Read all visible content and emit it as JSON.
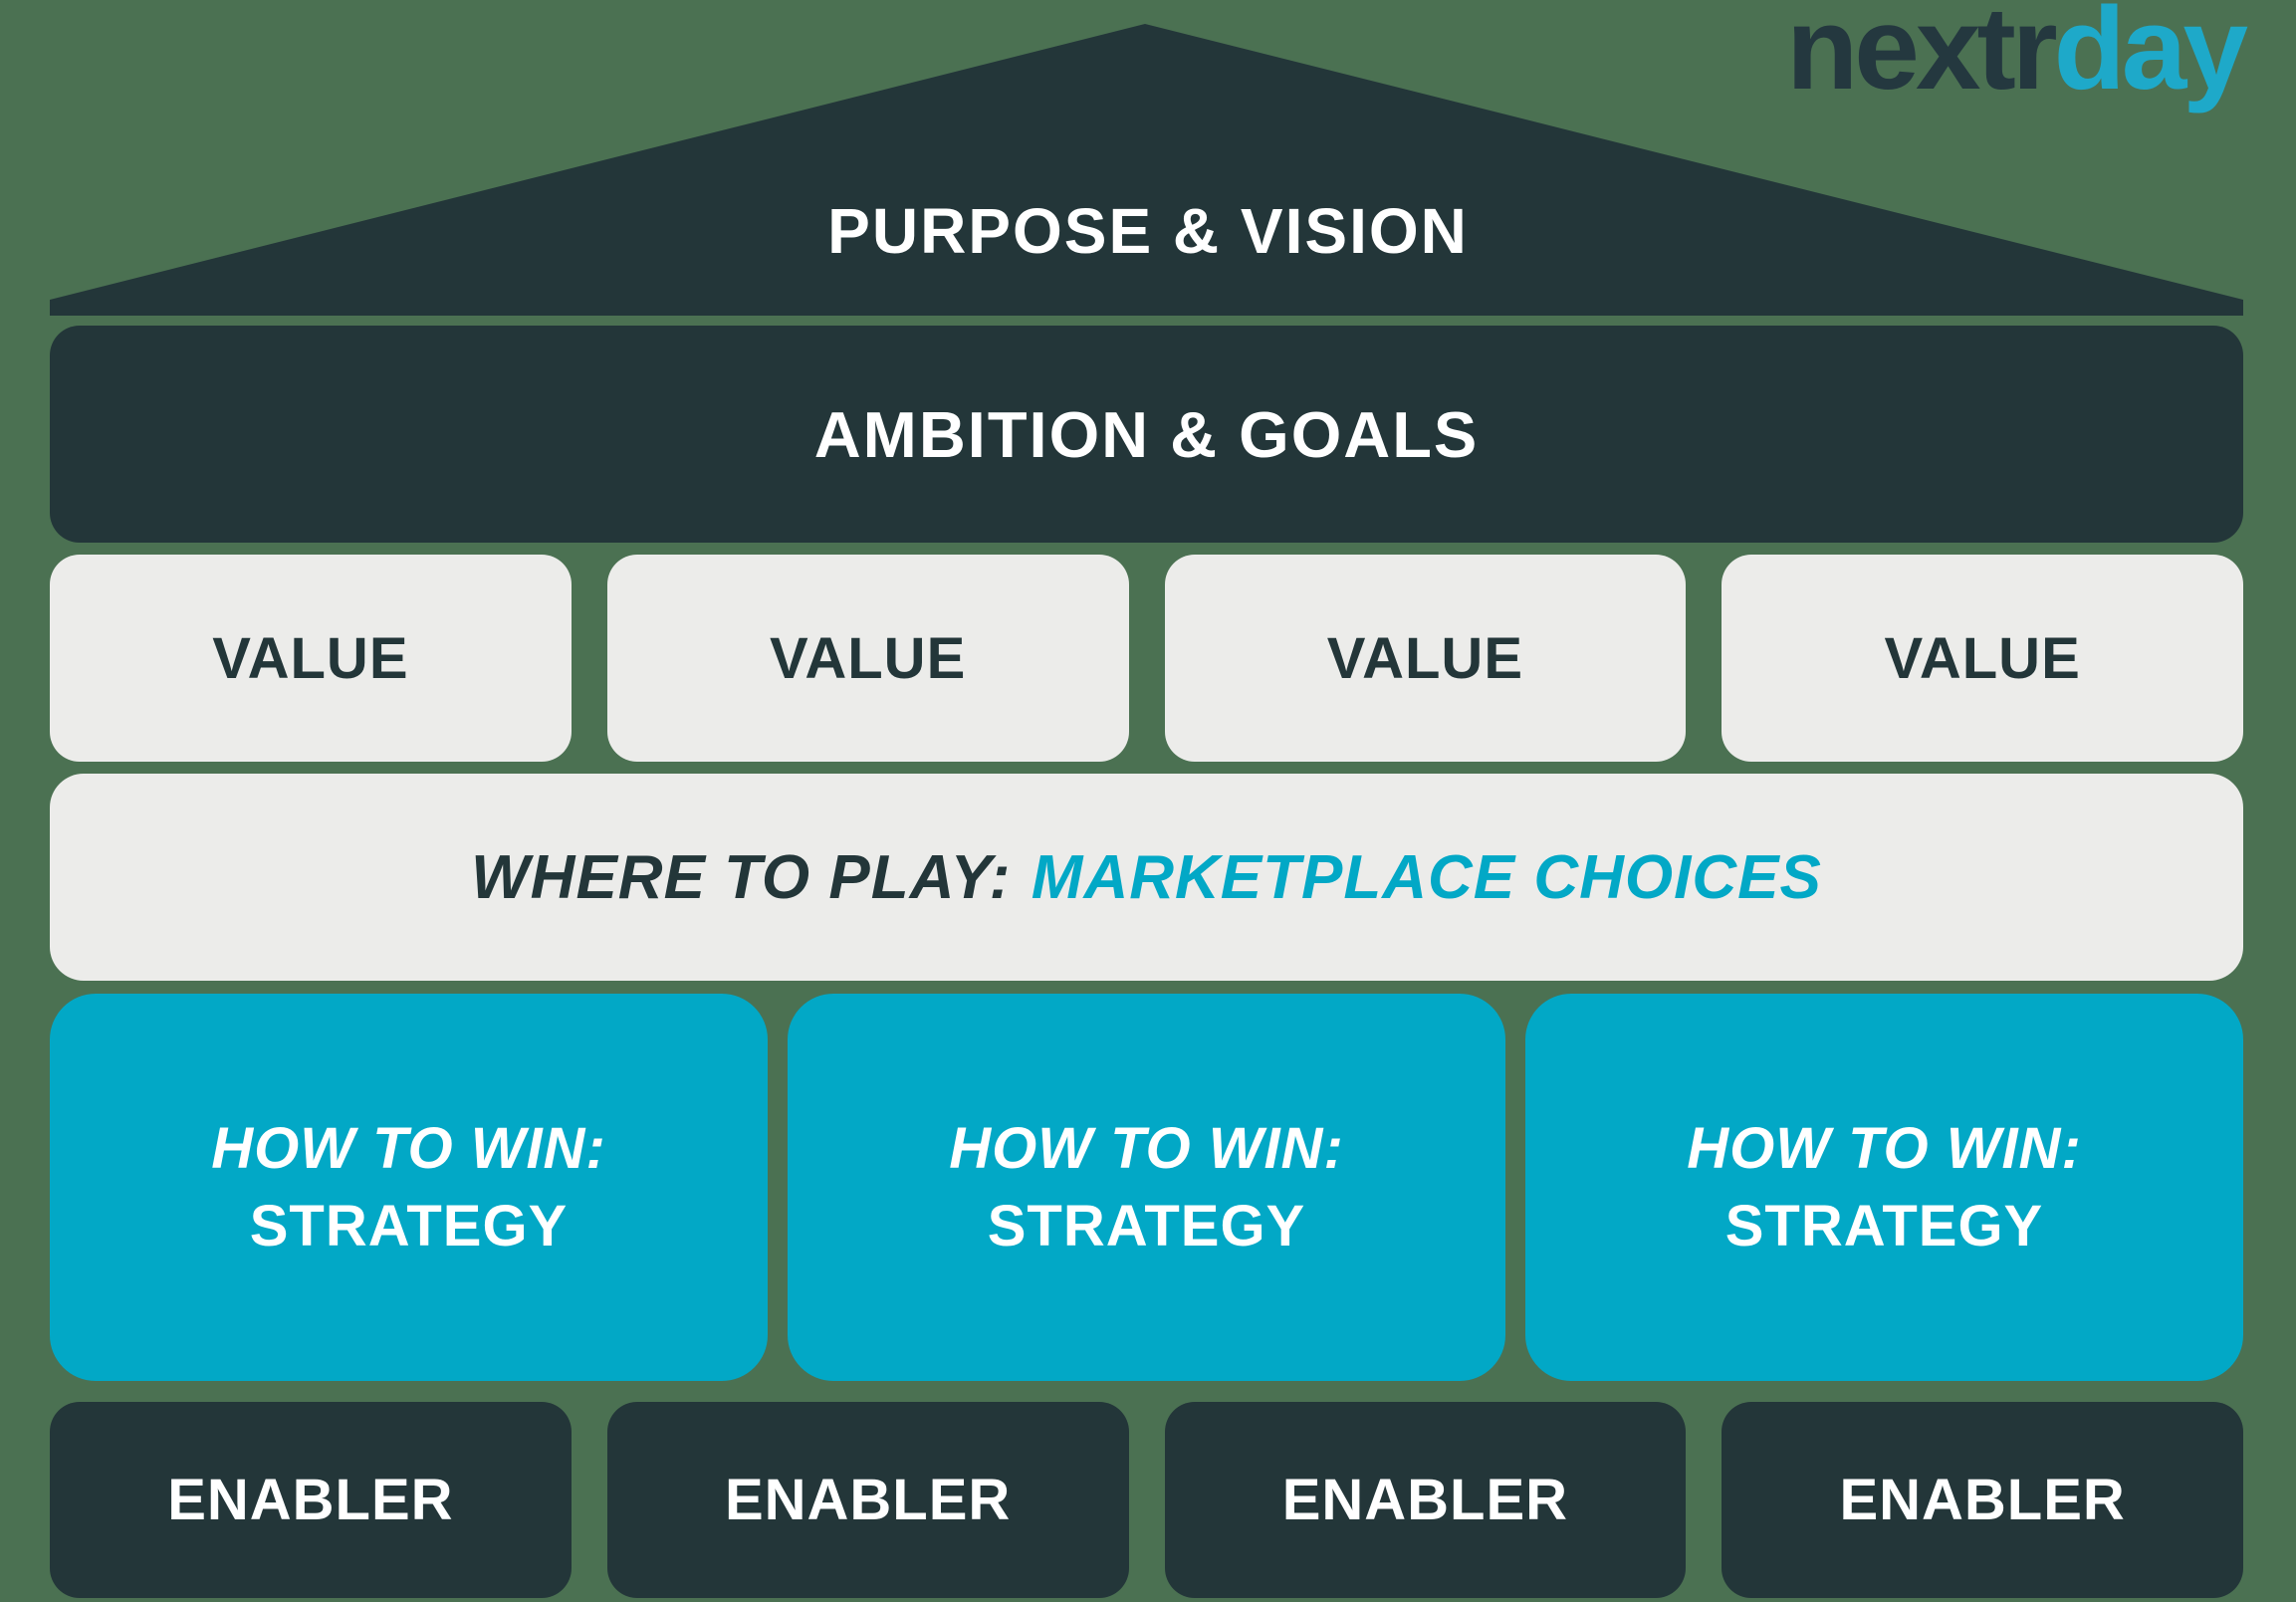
{
  "logo": {
    "part1": "nextr",
    "part2": "day"
  },
  "roof": {
    "label": "PURPOSE & VISION"
  },
  "ambition": {
    "label": "AMBITION & GOALS"
  },
  "values": {
    "items": [
      "VALUE",
      "VALUE",
      "VALUE",
      "VALUE"
    ]
  },
  "where_to_play": {
    "prefix": "WHERE TO PLAY:",
    "highlight": "MARKETPLACE CHOICES"
  },
  "how_to_win": {
    "items": [
      {
        "line1": "HOW TO WIN:",
        "line2": "STRATEGY"
      },
      {
        "line1": "HOW TO WIN:",
        "line2": "STRATEGY"
      },
      {
        "line1": "HOW TO WIN:",
        "line2": "STRATEGY"
      }
    ]
  },
  "enablers": {
    "items": [
      "ENABLER",
      "ENABLER",
      "ENABLER",
      "ENABLER"
    ]
  },
  "colors": {
    "background": "#4b7152",
    "dark": "#233639",
    "light": "#ececea",
    "teal": "#02a8c6",
    "white": "#ffffff",
    "logo_dark": "#24383f",
    "logo_teal": "#1ea9c9"
  }
}
